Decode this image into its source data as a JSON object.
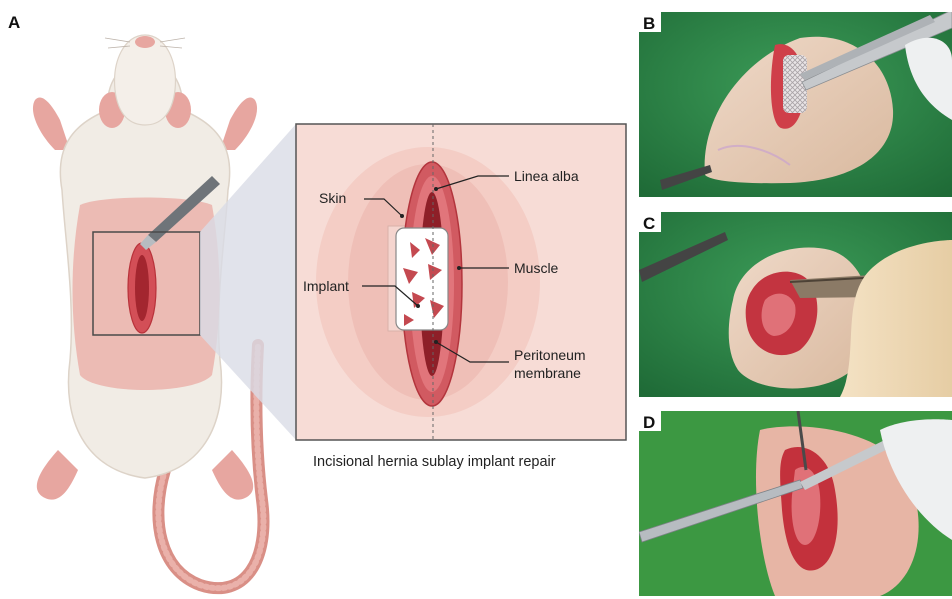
{
  "figure": {
    "panels": {
      "a": "A",
      "b": "B",
      "c": "C",
      "d": "D"
    },
    "inset_labels": {
      "skin": "Skin",
      "linea_alba": "Linea alba",
      "muscle": "Muscle",
      "implant": "Implant",
      "peritoneum_line1": "Peritoneum",
      "peritoneum_line2": "membrane"
    },
    "caption": "Incisional hernia sublay implant repair"
  },
  "colors": {
    "surgical_drape": "#2e8a4a",
    "tissue_red": "#c83a42",
    "rat_fur": "#f1ece5",
    "rat_skin_pink": "#e9a7a4",
    "inset_border": "#555555"
  }
}
